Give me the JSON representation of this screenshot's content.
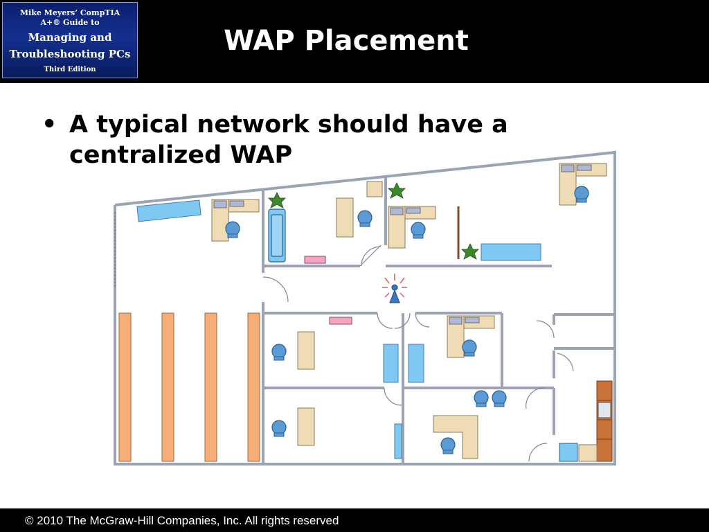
{
  "book": {
    "line1": "Mike Meyers’ CompTIA",
    "line2": "A+® Guide to",
    "line3": "Managing and",
    "line4": "Troubleshooting PCs",
    "edition": "Third Edition"
  },
  "slide": {
    "title": "WAP Placement",
    "bullet_char": "•",
    "bullet_text": "A typical network should have a centralized WAP"
  },
  "floorplan": {
    "wap_icon": "wireless-access-point-icon",
    "colors": {
      "wall": "#9aa4b4",
      "desk": "#efdcb5",
      "chair": "#5b9bd5",
      "window": "#7ec8f2",
      "shelf": "#f6ad78",
      "cabinet": "#c9733b",
      "pink": "#f4a3c0",
      "plant": "#3a8a2a"
    }
  },
  "footer": {
    "copyright": "© 2010 The McGraw-Hill Companies, Inc. All rights reserved"
  }
}
